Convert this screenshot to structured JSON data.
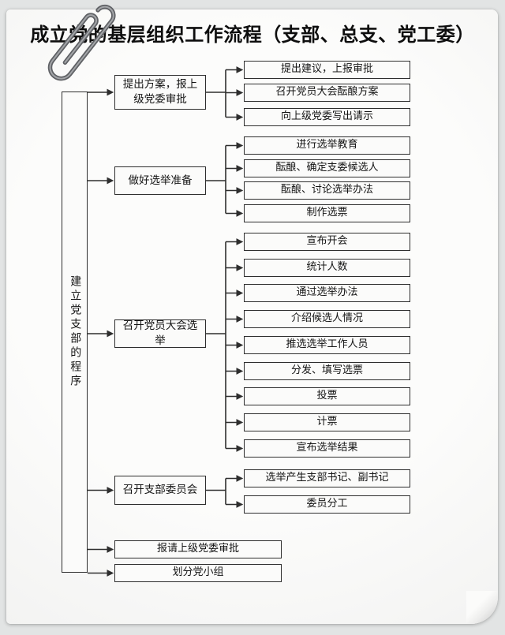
{
  "window": {
    "title": "成立党的基层组织工作流程（支部、总支、党工委）"
  },
  "flowchart": {
    "root": {
      "label": "建立党支部的程序"
    },
    "groups": [
      {
        "label": "提出方案，报上级党委审批",
        "children": [
          "提出建议，上报审批",
          "召开党员大会酝酿方案",
          "向上级党委写出请示"
        ]
      },
      {
        "label": "做好选举准备",
        "children": [
          "进行选举教育",
          "酝酿、确定支委候选人",
          "酝酿、讨论选举办法",
          "制作选票"
        ]
      },
      {
        "label": "召开党员大会选举",
        "children": [
          "宣布开会",
          "统计人数",
          "通过选举办法",
          "介绍候选人情况",
          "推选选举工作人员",
          "分发、填写选票",
          "投票",
          "计票",
          "宣布选举结果"
        ]
      },
      {
        "label": "召开支部委员会",
        "children": [
          "选举产生支部书记、副书记",
          "委员分工"
        ]
      }
    ],
    "final_steps": [
      "报请上级党委审批",
      "划分党小组"
    ]
  },
  "decor": {
    "line_color": "#2e2e2e",
    "page_color": "#fbfbfa",
    "backdrop_color": "#e2e4e4",
    "paperclip_icon": "paperclip"
  }
}
